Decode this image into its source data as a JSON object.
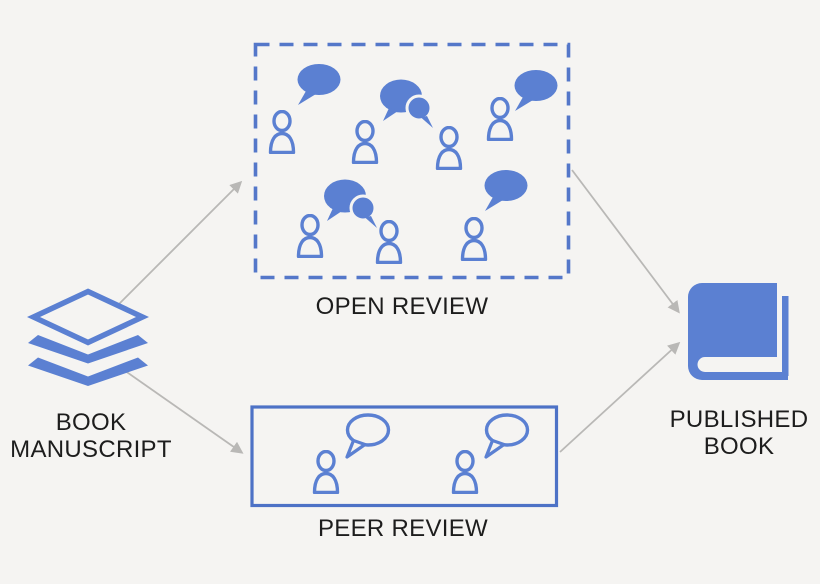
{
  "diagram": {
    "description": "Book publishing review workflow diagram",
    "colors": {
      "canvas_bg": "#f5f4f2",
      "icon_blue": "#5b80d2",
      "dashed_border": "#5477c9",
      "solid_border": "#4d72c6",
      "arrow_gray": "#b9b8b6",
      "label_text": "#1d1d1d"
    },
    "nodes": {
      "manuscript": {
        "id": "book-manuscript",
        "label_line1": "BOOK",
        "label_line2": "MANUSCRIPT",
        "icon": "layers-stack-icon"
      },
      "open_review": {
        "id": "open-review",
        "label": "OPEN REVIEW",
        "border_style": "dashed",
        "reviewer_count": 7,
        "speech_bubble_groups": 5
      },
      "peer_review": {
        "id": "peer-review",
        "label": "PEER REVIEW",
        "border_style": "solid",
        "reviewer_count": 2,
        "speech_bubble_groups": 2
      },
      "published_book": {
        "id": "published-book",
        "label_line1": "PUBLISHED",
        "label_line2": "BOOK",
        "icon": "book-icon"
      }
    },
    "edges": [
      {
        "from": "book-manuscript",
        "to": "open-review"
      },
      {
        "from": "book-manuscript",
        "to": "peer-review"
      },
      {
        "from": "open-review",
        "to": "published-book"
      },
      {
        "from": "peer-review",
        "to": "published-book"
      }
    ]
  }
}
